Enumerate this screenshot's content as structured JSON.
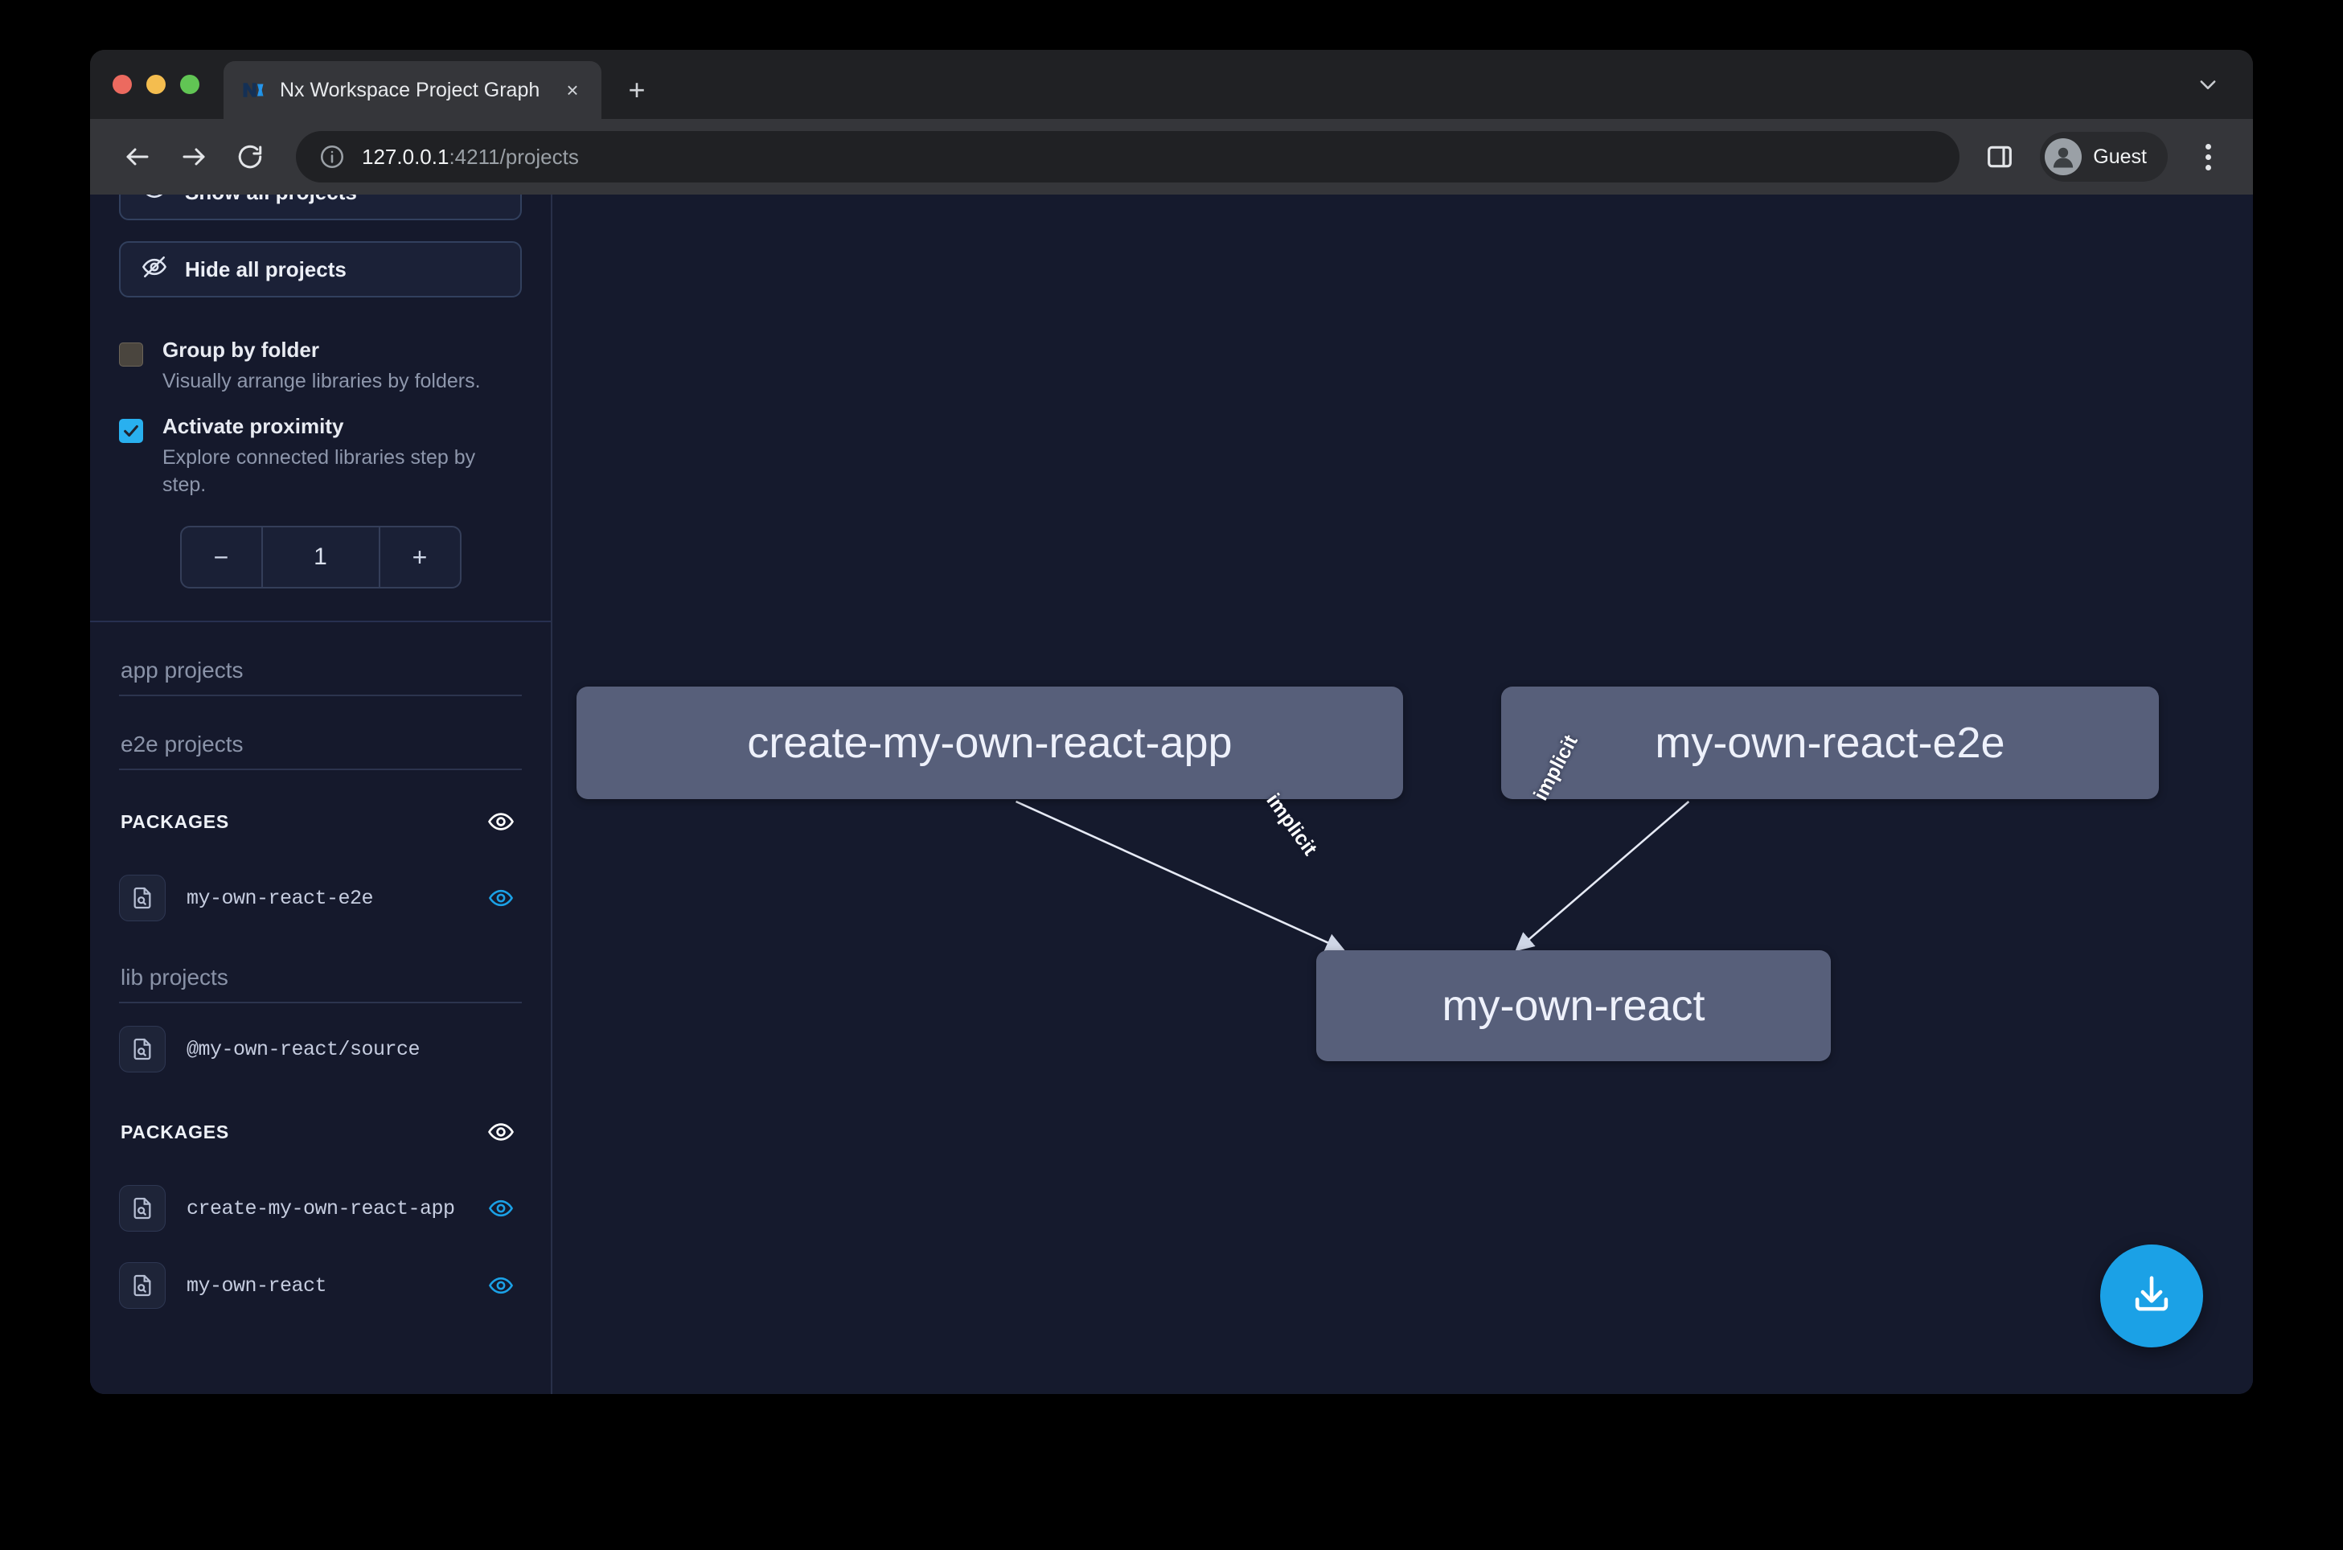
{
  "browser": {
    "tab": {
      "title": "Nx Workspace Project Graph",
      "favicon": "nx-logo-icon",
      "close_label": "×"
    },
    "new_tab_label": "+",
    "omnibox": {
      "host": "127.0.0.1",
      "path": ":4211/projects",
      "info_icon": "info-circle-icon"
    },
    "profile": {
      "name": "Guest",
      "avatar_icon": "person-icon"
    },
    "nav": {
      "back_icon": "arrow-left-icon",
      "forward_icon": "arrow-right-icon",
      "reload_icon": "reload-icon"
    },
    "side_panel_icon": "side-panel-icon",
    "menu_icon": "kebab-menu-icon",
    "tabstrip_chevron_icon": "chevron-down-icon"
  },
  "sidebar": {
    "show_all_label": "Show all projects",
    "hide_all_label": "Hide all projects",
    "hide_all_icon": "eye-off-icon",
    "options": [
      {
        "title": "Group by folder",
        "desc": "Visually arrange libraries by folders.",
        "checked": false
      },
      {
        "title": "Activate proximity",
        "desc": "Explore connected libraries step by step.",
        "checked": true
      }
    ],
    "stepper": {
      "minus_label": "−",
      "value": "1",
      "plus_label": "+"
    },
    "groups": [
      {
        "type": "label",
        "label": "app projects"
      },
      {
        "type": "label",
        "label": "e2e projects"
      },
      {
        "type": "section",
        "label": "PACKAGES",
        "eye_icon": "eye-icon",
        "items": [
          {
            "name": "my-own-react-e2e",
            "icon": "file-search-icon",
            "eye_icon": "eye-icon",
            "active": true
          }
        ]
      },
      {
        "type": "label",
        "label": "lib projects",
        "items": [
          {
            "name": "@my-own-react/source",
            "icon": "file-search-icon",
            "eye_icon": "none",
            "active": false
          }
        ]
      },
      {
        "type": "section",
        "label": "PACKAGES",
        "eye_icon": "eye-icon",
        "items": [
          {
            "name": "create-my-own-react-app",
            "icon": "file-search-icon",
            "eye_icon": "eye-icon",
            "active": true
          },
          {
            "name": "my-own-react",
            "icon": "file-search-icon",
            "eye_icon": "eye-icon",
            "active": true
          }
        ]
      }
    ]
  },
  "graph": {
    "nodes": [
      {
        "id": "create-my-own-react-app",
        "label": "create-my-own-react-app"
      },
      {
        "id": "my-own-react-e2e",
        "label": "my-own-react-e2e"
      },
      {
        "id": "my-own-react",
        "label": "my-own-react"
      }
    ],
    "edges": [
      {
        "from": "create-my-own-react-app",
        "to": "my-own-react",
        "label": "implicit"
      },
      {
        "from": "my-own-react-e2e",
        "to": "my-own-react",
        "label": "implicit"
      }
    ],
    "download_button": {
      "icon": "download-icon",
      "color": "#1ba1e6"
    }
  },
  "colors": {
    "canvas_bg": "#151a2d",
    "sidebar_bg": "#15192c",
    "node_bg": "#575f7a",
    "accent": "#29b0ef"
  }
}
